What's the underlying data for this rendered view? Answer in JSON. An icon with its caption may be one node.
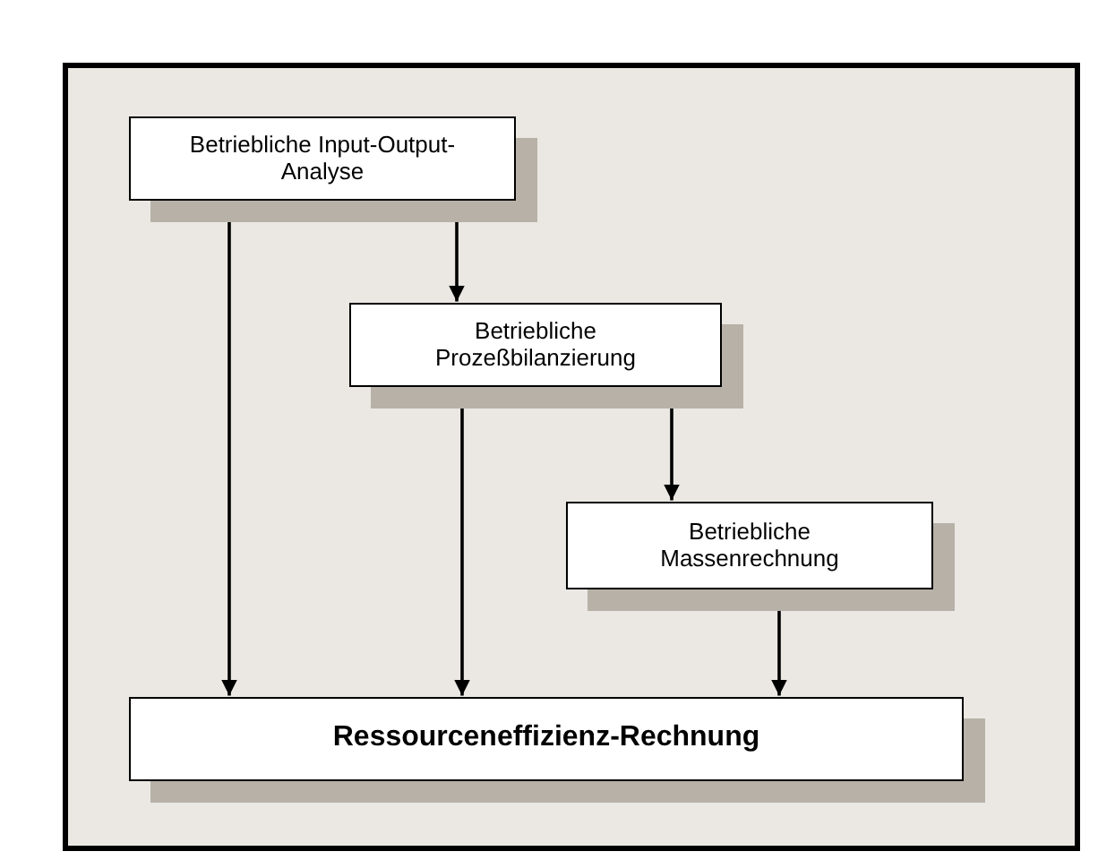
{
  "diagram": {
    "nodes": [
      {
        "text": [
          "Betriebliche Input-Output-Analyse"
        ]
      },
      {
        "text": [
          "Betriebliche Prozeßbilanzierung"
        ]
      },
      {
        "text": [
          "Betriebliche Massenrechnung"
        ]
      },
      {
        "text": [
          "Ressourceneffizienz-Rechnung"
        ]
      }
    ],
    "edges": [
      {
        "from": 0,
        "to": 1,
        "arrow": "to"
      },
      {
        "from": 1,
        "to": 2,
        "arrow": "to"
      },
      {
        "from": 0,
        "to": 3,
        "arrow": "to"
      },
      {
        "from": 1,
        "to": 3,
        "arrow": "to"
      },
      {
        "from": 2,
        "to": 3,
        "arrow": "to"
      }
    ]
  }
}
